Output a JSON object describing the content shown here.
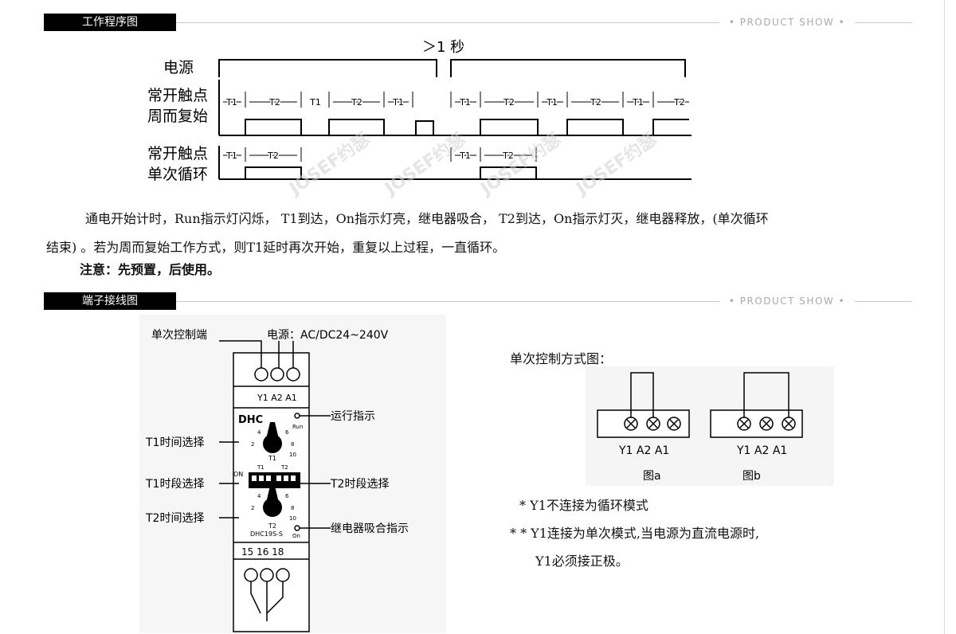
{
  "sections": {
    "timing": {
      "title": "工作程序图",
      "right_label": "PRODUCT SHOW"
    },
    "wiring": {
      "title": "端子接线图",
      "right_label": "PRODUCT SHOW"
    }
  },
  "timing_diagram": {
    "gap_label": "＞1 秒",
    "row_power": "电源",
    "row_repeat": [
      "常开触点",
      "周而复始"
    ],
    "row_single": [
      "常开触点",
      "单次循环"
    ],
    "repeat_marks": [
      "T1",
      "T2",
      "T1",
      "T2",
      "T1",
      "T1",
      "T2",
      "T1",
      "T2",
      "T1",
      "T2"
    ],
    "single_marks": [
      "T1",
      "T2",
      "T1",
      "T2"
    ],
    "watermark": "JOSEF约瑟"
  },
  "description": {
    "line1": "通电开始计时，Run指示灯闪烁，  T1到达，On指示灯亮，继电器吸合，  T2到达，On指示灯灭，继电器释放，(单次循环",
    "line2": "结束) 。若为周而复始工作方式，则T1延时再次开始，重复以上过程，一直循环。",
    "note": "注意：先预置，后使用。"
  },
  "wiring_diagram": {
    "label_single_ctrl": "单次控制端",
    "label_power": "电源：AC/DC24~240V",
    "terminals_top": "Y1 A2 A1",
    "brand": "DHC",
    "run_small": "Run",
    "label_run": "运行指示",
    "label_t1_time": "T1时间选择",
    "dial1_ticks": [
      "4",
      "6",
      "2",
      "8",
      "10"
    ],
    "dial1_name": "T1",
    "switch_labels": [
      "T1",
      "T2"
    ],
    "switch_on": "ON",
    "label_t1_range": "T1时段选择",
    "label_t2_range": "T2时段选择",
    "label_t2_time": "T2时间选择",
    "dial2_ticks": [
      "4",
      "6",
      "2",
      "8",
      "10"
    ],
    "dial2_name": "T2",
    "model": "DHC19S-S",
    "on_small": "On",
    "label_relay": "继电器吸合指示",
    "terminals_bottom": "15 16 18"
  },
  "single_control": {
    "title": "单次控制方式图：",
    "fig_a": {
      "terminals": "Y1 A2 A1",
      "caption": "图a"
    },
    "fig_b": {
      "terminals": "Y1 A2 A1",
      "caption": "图b"
    },
    "note1": "* Y1不连接为循环模式",
    "note2": "* * Y1连接为单次模式,当电源为直流电源时,",
    "note3": "Y1必须接正极。"
  }
}
